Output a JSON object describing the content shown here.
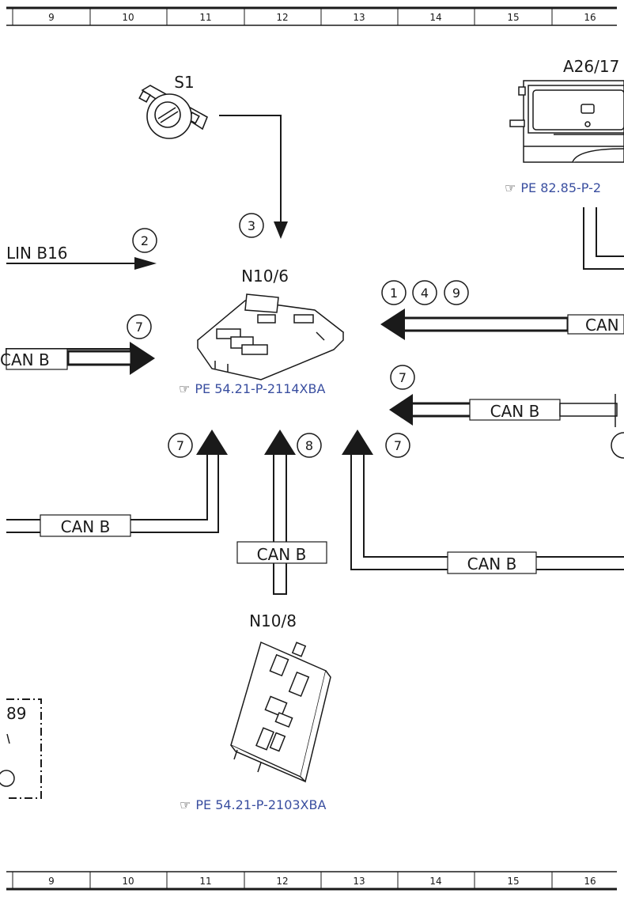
{
  "ruler": {
    "columns": [
      "9",
      "10",
      "11",
      "12",
      "13",
      "14",
      "15",
      "16"
    ]
  },
  "components": {
    "s1": "S1",
    "a26": "A26/17",
    "n10_6": "N10/6",
    "n10_8": "N10/8",
    "box89": "89"
  },
  "references": {
    "a26_ref": "PE 82.85-P-2",
    "n10_6_ref": "PE 54.21-P-2114XBA",
    "n10_8_ref": "PE 54.21-P-2103XBA"
  },
  "buses": {
    "lin": "LIN B16",
    "can_left_top": "CAN B",
    "can_right_top": "CAN",
    "can_right_mid": "CAN B",
    "can_left_bottom": "CAN B",
    "can_center": "CAN B",
    "can_right_bottom": "CAN B"
  },
  "callouts": {
    "c_s1": "3",
    "c_lin": "2",
    "c_right_1": "1",
    "c_right_2": "4",
    "c_right_3": "9",
    "c_left": "7",
    "c_right_mid": "7",
    "c_bl": "7",
    "c_center": "8",
    "c_br": "7"
  },
  "colors": {
    "reference_link": "#3a4fa0",
    "line": "#1a1a1a"
  }
}
